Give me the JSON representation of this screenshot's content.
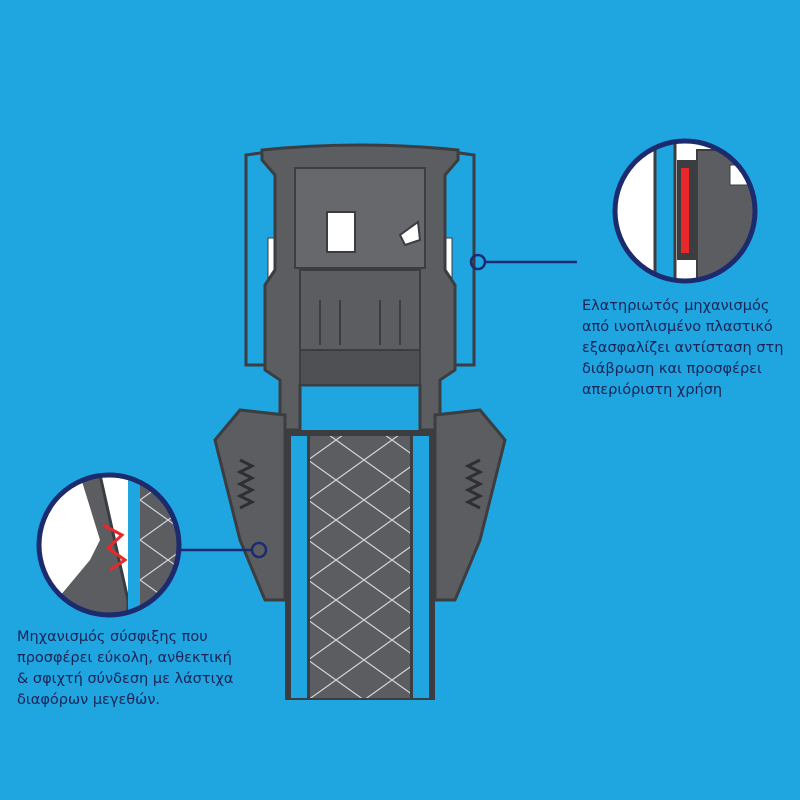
{
  "colors": {
    "background": "#1fa5e0",
    "body_gray": "#5b5d61",
    "dark_gray": "#3b3d41",
    "callout_navy": "#1c2a6e",
    "highlight_red": "#e8282a"
  },
  "callouts": {
    "spring_mechanism": {
      "lines": [
        "Ελατηριωτός μηχανισμός",
        "από ινοπλισμένο πλαστικό",
        "εξασφαλίζει αντίσταση στη",
        "διάβρωση και προσφέρει",
        "απεριόριστη χρήση"
      ]
    },
    "clamping_mechanism": {
      "lines": [
        "Μηχανισμός σύσφιξης που",
        "προσφέρει εύκολη, ανθεκτική",
        "& σφιχτή σύνδεση με λάστιχα",
        "διαφόρων μεγεθών."
      ]
    }
  }
}
